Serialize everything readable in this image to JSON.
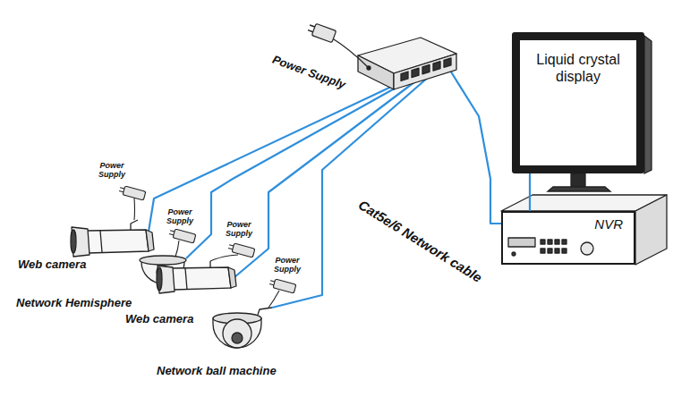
{
  "diagram": {
    "nodes": [
      {
        "text": [
          "Liquid crystal display"
        ]
      },
      {
        "text": [
          "NVR"
        ]
      }
    ],
    "edges": [
      {
        "from": 1,
        "to": 0,
        "arrow": "none"
      }
    ],
    "labels": [
      "Power Supply",
      "Power Supply",
      "Power Supply",
      "Power Supply",
      "Power Supply",
      "Cat5e/6 Network cable",
      "Web camera",
      "Network Hemisphere",
      "Web camera",
      "Network ball machine"
    ]
  }
}
